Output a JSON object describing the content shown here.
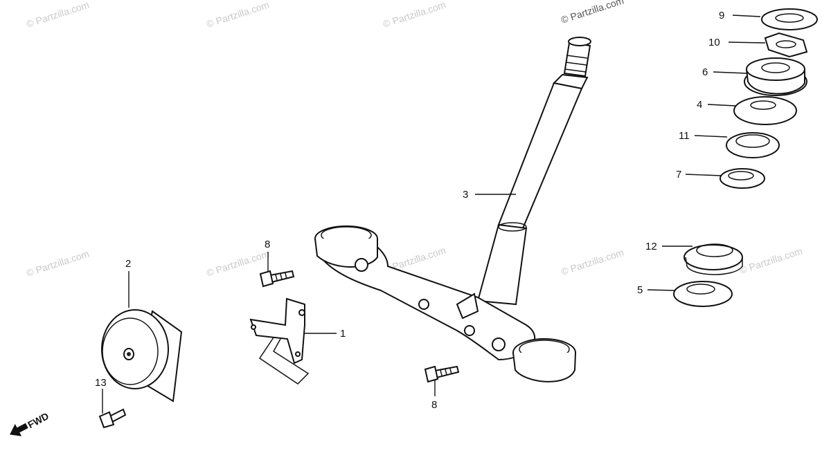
{
  "watermark": "© Partzilla.com",
  "callouts": {
    "c1": "1",
    "c2": "2",
    "c3": "3",
    "c4": "4",
    "c5": "5",
    "c6": "6",
    "c7": "7",
    "c8a": "8",
    "c8b": "8",
    "c9": "9",
    "c10": "10",
    "c11": "11",
    "c12": "12",
    "c13": "13"
  },
  "direction_label": "FWD"
}
